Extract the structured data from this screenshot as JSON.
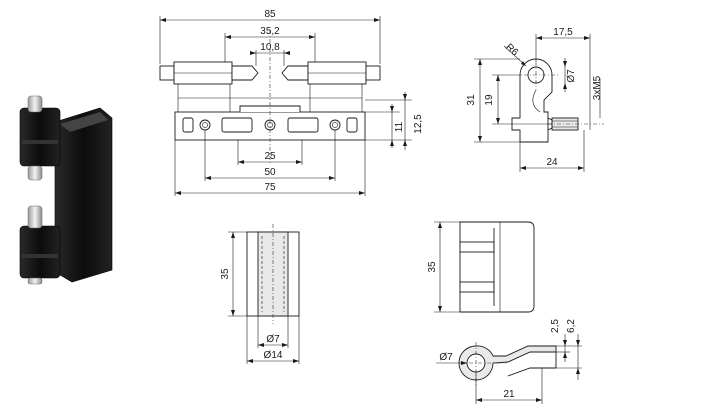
{
  "diagram": {
    "top_view": {
      "dim_85": "85",
      "dim_35_2": "35,2",
      "dim_10_8": "10,8",
      "dim_12_5": "12,5",
      "dim_11": "11",
      "dim_25": "25",
      "dim_50": "50",
      "dim_75": "75"
    },
    "side_view": {
      "dim_17_5": "17,5",
      "dim_r6": "R6",
      "dim_d7": "Ø7",
      "dim_31": "31",
      "dim_19": "19",
      "dim_3xm5": "3xM5",
      "dim_24": "24"
    },
    "pin_view": {
      "dim_35": "35",
      "dim_d7": "Ø7",
      "dim_d14": "Ø14"
    },
    "leaf_view": {
      "dim_35": "35"
    },
    "section_view": {
      "dim_d7": "Ø7",
      "dim_2_5": "2,5",
      "dim_6_2": "6,2",
      "dim_21": "21"
    }
  }
}
